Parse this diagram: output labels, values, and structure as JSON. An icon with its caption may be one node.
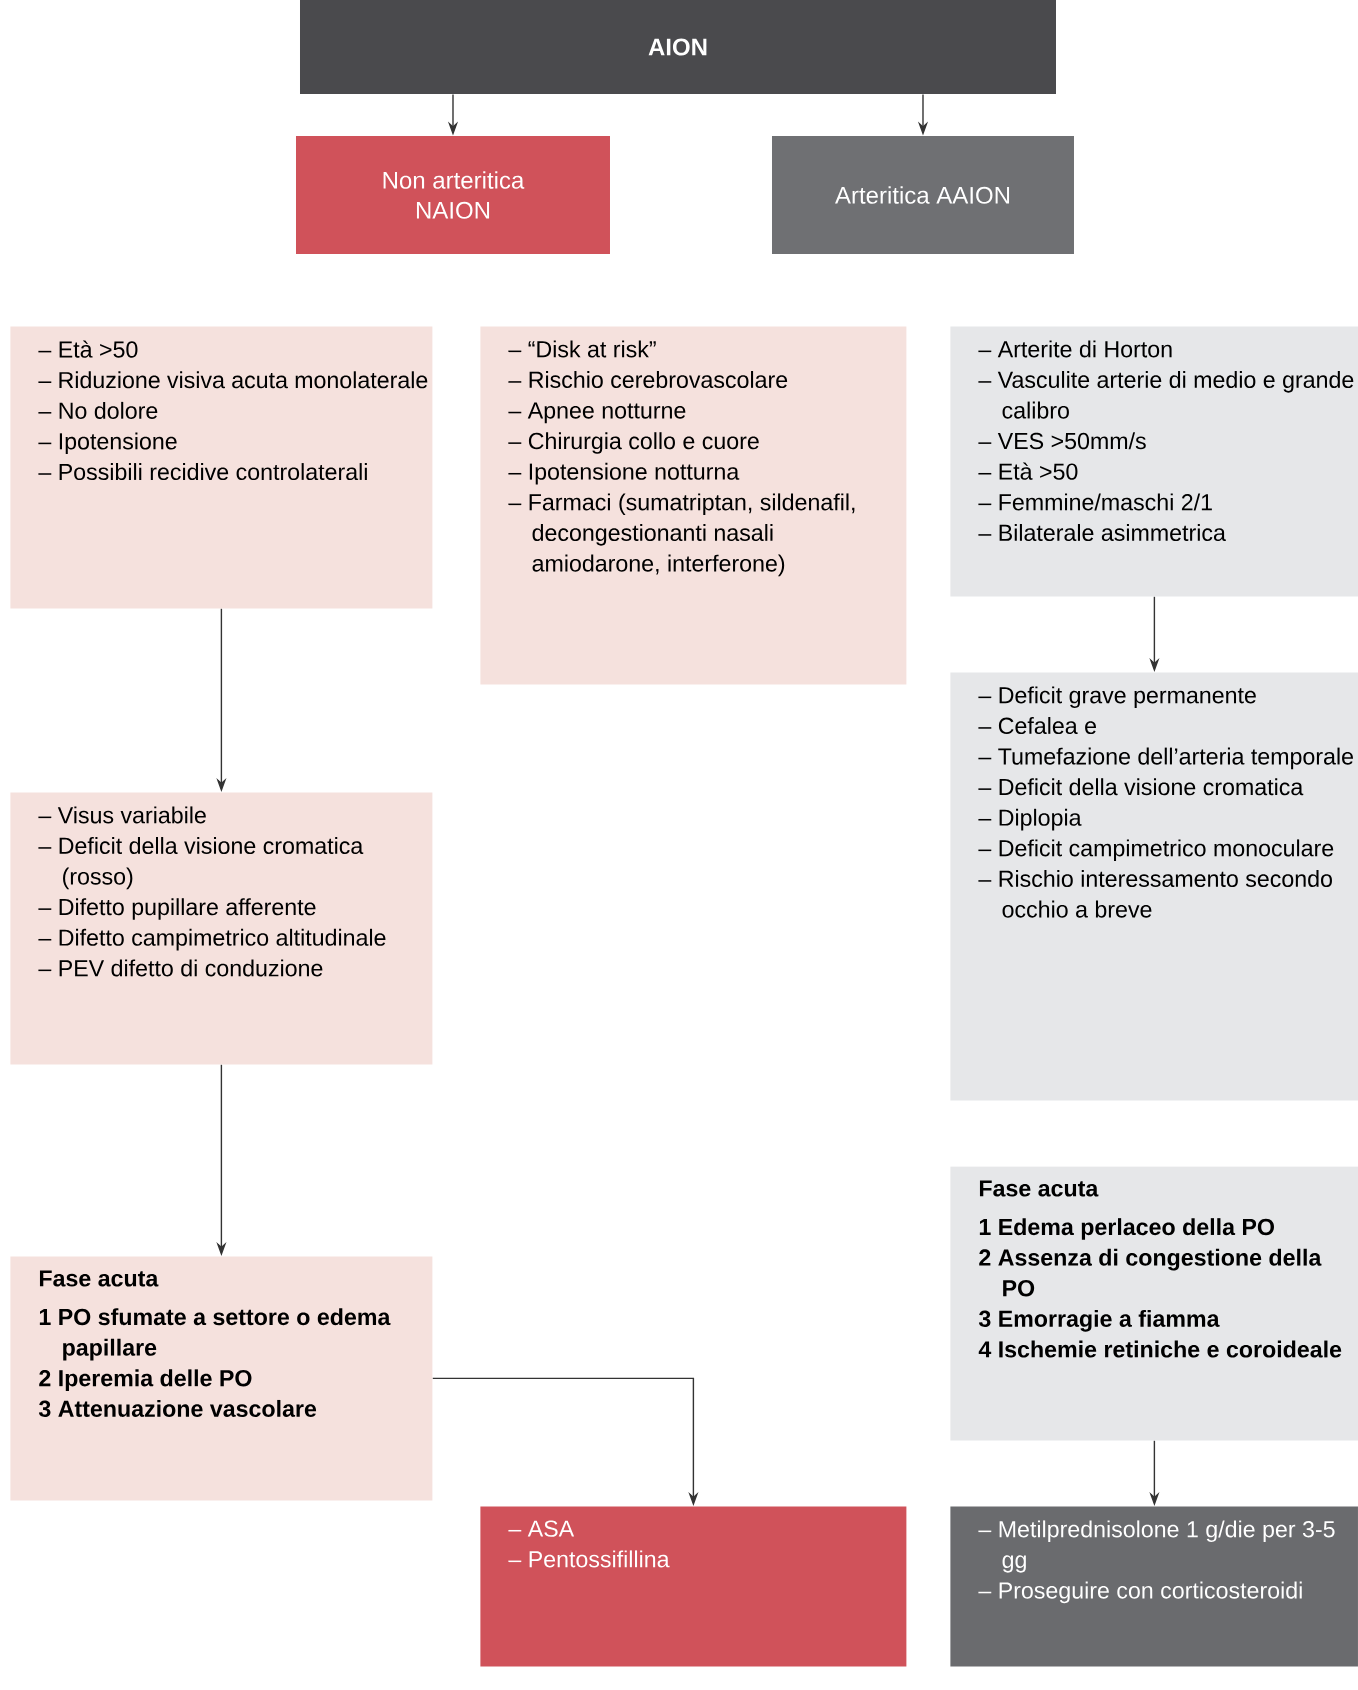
{
  "diagram": {
    "nodes": [
      {
        "text": [
          "AION"
        ]
      },
      {
        "text": [
          "Non arteritica NAION"
        ]
      },
      {
        "text": [
          "Arteritica AAION"
        ]
      },
      {
        "text": [
          "– Età >50",
          "– Riduzione visiva acuta monolaterale",
          "– No dolore",
          "– Ipotensione",
          "– Possibili recidive controlaterali"
        ]
      },
      {
        "text": [
          "– “Disk at risk”",
          "– Rischio cerebrovascolare",
          "– Apnee notturne",
          "– Chirurgia collo e cuore",
          "– Ipotensione notturna",
          "– Farmaci (sumatriptan, sildenafil, decongestionanti nasali amiodarone, interferone)"
        ]
      },
      {
        "text": [
          "– Arterite di Horton",
          "– Vasculite arterie di medio e grande calibro",
          "– VES >50mm/s",
          "– Età >50",
          "– Femmine/maschi 2/1",
          "– Bilaterale asimmetrica"
        ]
      },
      {
        "text": [
          "– Visus variabile",
          "– Deficit della visione cromatica (rosso)",
          "– Difetto pupillare afferente",
          "– Difetto campimetrico altitudinale",
          "– PEV difetto di conduzione"
        ]
      },
      {
        "text": [
          "– Deficit grave permanente",
          "– Cefalea e",
          "– Tumefazione dell’arteria temporale",
          "– Deficit della visione cromatica",
          "– Diplopia",
          "– Deficit campimetrico monoculare",
          "– Rischio interessamento secondo occhio a breve"
        ]
      },
      {
        "text": [
          "Fase acuta",
          "1 PO sfumate a settore o edema papillare",
          "2 Iperemia delle PO",
          "3 Attenuazione vascolare"
        ]
      },
      {
        "text": [
          "Fase acuta",
          "1 Edema perlaceo della PO",
          "2 Assenza di congestione della PO",
          "3 Emorragie a fiamma",
          "4 Ischemie retiniche e coroideale"
        ]
      },
      {
        "text": [
          "– ASA",
          "– Pentossifillina"
        ]
      },
      {
        "text": [
          "– Metilprednisolone 1 g/die per 3-5 gg",
          "– Proseguire con corticosteroidi"
        ]
      }
    ],
    "edges": [
      {
        "from": 0,
        "to": 1,
        "arrow": "to"
      },
      {
        "from": 0,
        "to": 2,
        "arrow": "to"
      },
      {
        "from": 3,
        "to": 6,
        "arrow": "to"
      },
      {
        "from": 6,
        "to": 8,
        "arrow": "to"
      },
      {
        "from": 8,
        "to": 10,
        "arrow": "to"
      },
      {
        "from": 5,
        "to": 7,
        "arrow": "to"
      },
      {
        "from": 9,
        "to": 11,
        "arrow": "to"
      }
    ]
  }
}
